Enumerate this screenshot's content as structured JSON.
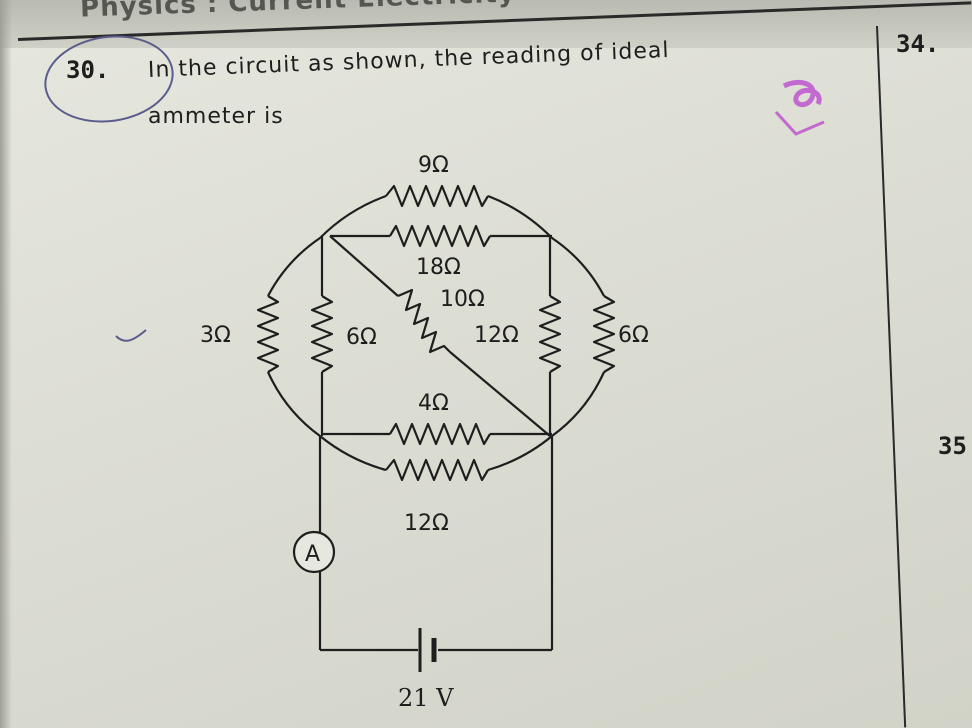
{
  "header": {
    "running_title": "Physics : Current Electricity"
  },
  "question": {
    "number": "30.",
    "line1": "In the circuit as shown, the reading of ideal",
    "line2": "ammeter is"
  },
  "side_numbers": {
    "q34": "34.",
    "q35": "35"
  },
  "circuit": {
    "r_top_outer": "9Ω",
    "r_top_inner": "18Ω",
    "r_left_outer": "3Ω",
    "r_left_inner": "6Ω",
    "r_diag_upper": "10Ω",
    "r_diag_lower": "12Ω",
    "r_right": "6Ω",
    "r_bottom_inner": "4Ω",
    "r_bottom_outer": "12Ω",
    "ammeter": "A",
    "battery": "21 V"
  },
  "colors": {
    "ink": "#1e1e1e",
    "pen_mark": "#5a5d8c",
    "highlighter": "#c36ad1",
    "paper": "#dcddd3"
  }
}
